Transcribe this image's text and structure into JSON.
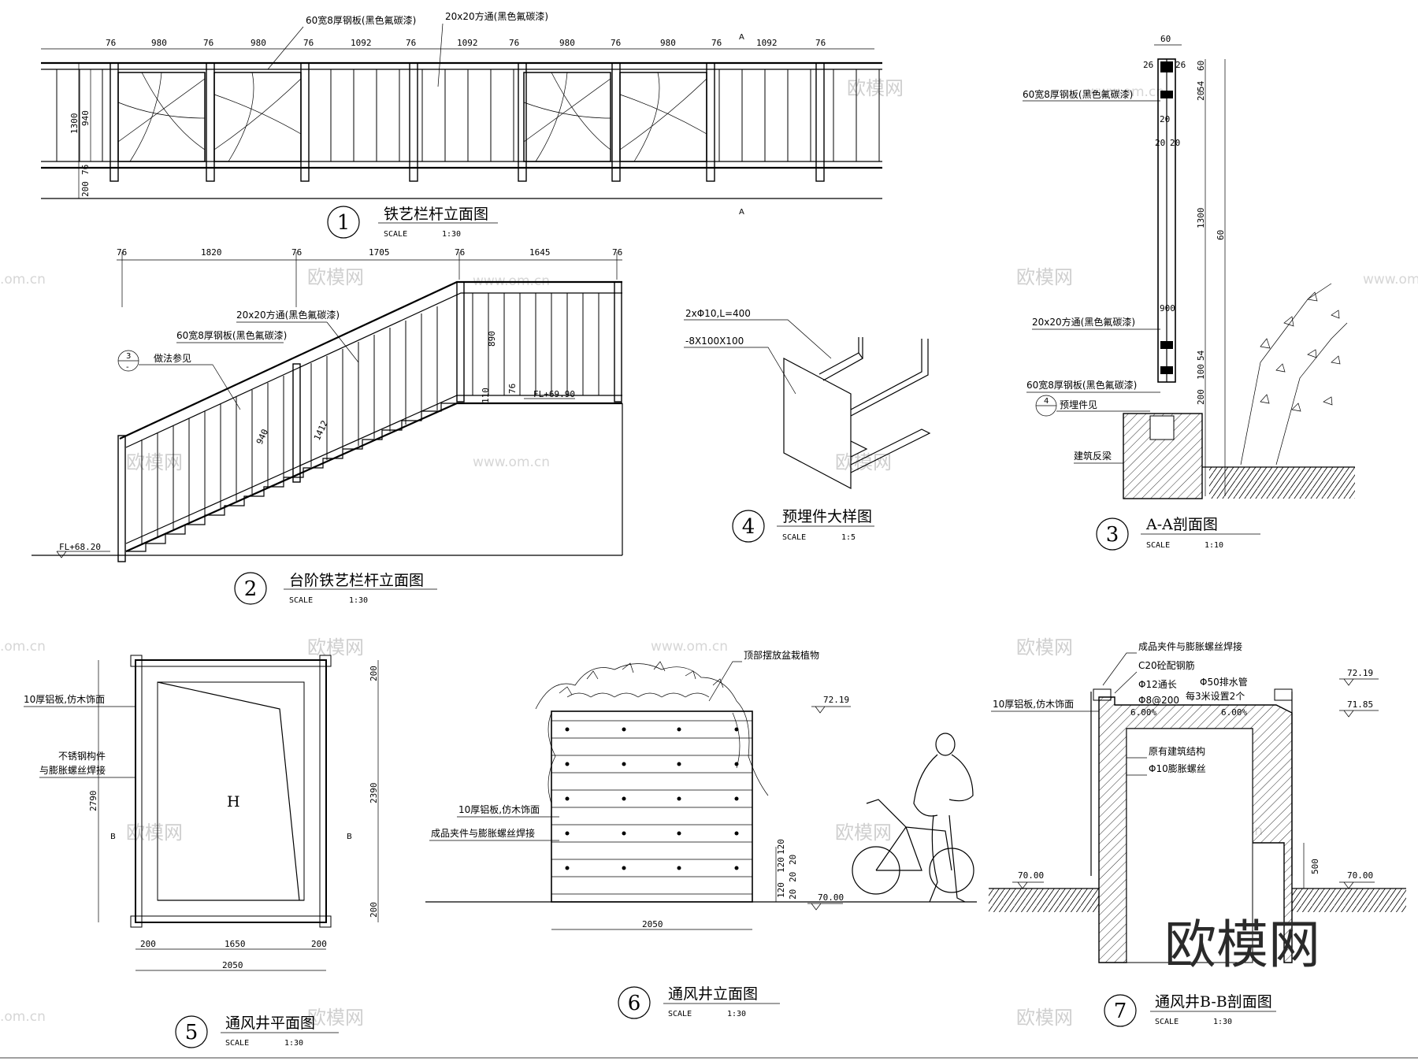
{
  "watermark": {
    "text": "欧模网",
    "url": "www.om.cn",
    "url_short": ".om.cn",
    "logo": "欧模网"
  },
  "drawings": {
    "d1": {
      "number": "1",
      "title": "铁艺栏杆立面图",
      "scale_label": "SCALE",
      "scale": "1:30",
      "dims": [
        "76",
        "980",
        "76",
        "980",
        "76",
        "1092",
        "76",
        "1092",
        "76",
        "980",
        "76",
        "980",
        "76",
        "1092",
        "76"
      ],
      "side_dims": [
        "1300",
        "940",
        "76",
        "200"
      ],
      "notes": [
        "60宽8厚钢板(黑色氟碳漆)",
        "20x20方通(黑色氟碳漆)"
      ],
      "section_mark": "A"
    },
    "d2": {
      "number": "2",
      "title": "台阶铁艺栏杆立面图",
      "scale_label": "SCALE",
      "scale": "1:30",
      "dims": [
        "76",
        "1820",
        "76",
        "1705",
        "76",
        "1645",
        "76"
      ],
      "notes": [
        "20x20方通(黑色氟碳漆)",
        "60宽8厚钢板(黑色氟碳漆)",
        "做法参见"
      ],
      "ref_num": "3",
      "ref_sheet": "-",
      "levels": [
        "FL+68.20",
        "FL+69.90"
      ],
      "side_dims": [
        "890",
        "76",
        "110",
        "940",
        "1412"
      ]
    },
    "d3": {
      "number": "3",
      "title": "A-A剖面图",
      "scale_label": "SCALE",
      "scale": "1:10",
      "dims": [
        "60",
        "26",
        "26",
        "60",
        "54",
        "20",
        "20",
        "20",
        "20",
        "900",
        "1300",
        "60",
        "54",
        "100",
        "200"
      ],
      "notes": [
        "60宽8厚钢板(黑色氟碳漆)",
        "20x20方通(黑色氟碳漆)",
        "60宽8厚钢板(黑色氟碳漆)",
        "预埋件见",
        "建筑反梁"
      ],
      "ref_num": "4"
    },
    "d4": {
      "number": "4",
      "title": "预埋件大样图",
      "scale_label": "SCALE",
      "scale": "1:5",
      "notes": [
        "2xΦ10,L=400",
        "-8X100X100"
      ]
    },
    "d5": {
      "number": "5",
      "title": "通风井平面图",
      "scale_label": "SCALE",
      "scale": "1:30",
      "dims": [
        "200",
        "1650",
        "200",
        "2050",
        "2790",
        "200",
        "2390",
        "200"
      ],
      "notes": [
        "10厚铝板,仿木饰面",
        "不锈钢构件",
        "与膨胀螺丝焊接"
      ],
      "center_label": "H",
      "section_mark": "B"
    },
    "d6": {
      "number": "6",
      "title": "通风井立面图",
      "scale_label": "SCALE",
      "scale": "1:30",
      "notes": [
        "顶部摆放盆栽植物",
        "10厚铝板,仿木饰面",
        "成品夹件与膨胀螺丝焊接"
      ],
      "levels": [
        "72.19",
        "70.00"
      ],
      "width_dim": "2050",
      "small_dims": [
        "120",
        "120",
        "120",
        "20",
        "20",
        "20"
      ]
    },
    "d7": {
      "number": "7",
      "title": "通风井B-B剖面图",
      "scale_label": "SCALE",
      "scale": "1:30",
      "notes": [
        "成品夹件与膨胀螺丝焊接",
        "C20砼配钢筋",
        "Φ12通长",
        "Φ8@200",
        "Φ50排水管",
        "每3米设置2个",
        "10厚铝板,仿木饰面",
        "原有建筑结构",
        "Φ10膨胀螺丝"
      ],
      "slopes": [
        "6.00%",
        "6.00%"
      ],
      "levels": [
        "72.19",
        "71.85",
        "70.00",
        "70.00"
      ],
      "dim": "500"
    }
  },
  "colors": {
    "line": "#000000",
    "watermark": "#cfcfcf",
    "background": "#ffffff"
  }
}
